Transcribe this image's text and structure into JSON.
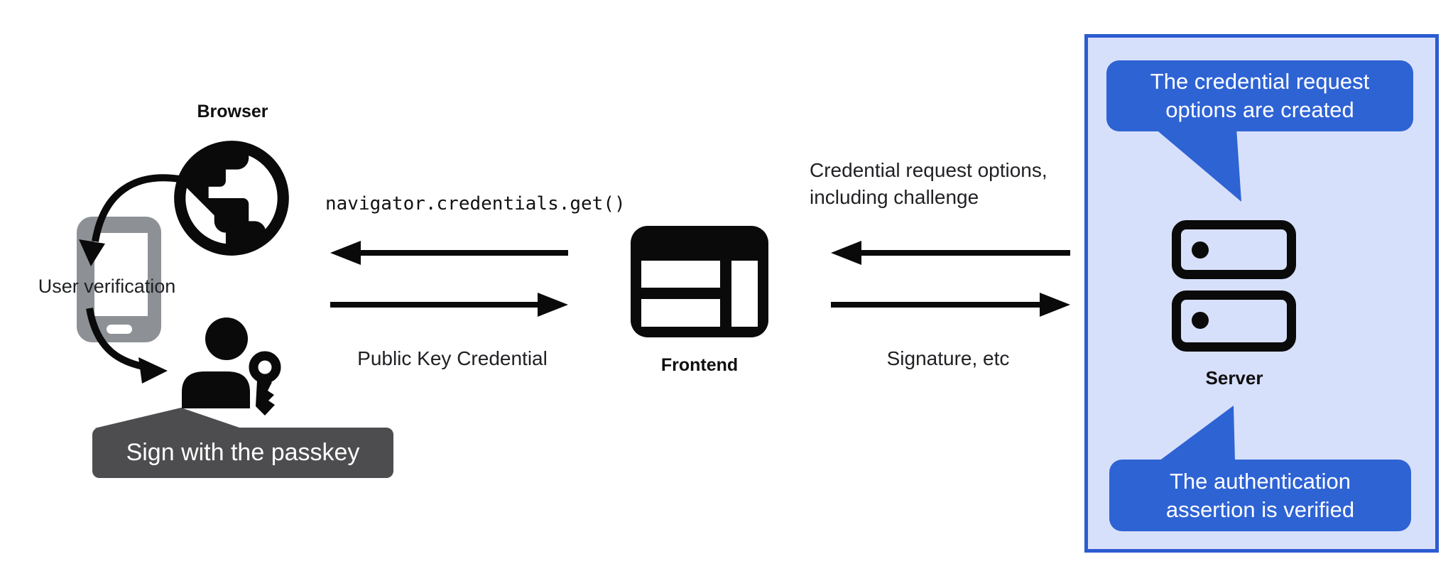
{
  "entities": {
    "browser": "Browser",
    "frontend": "Frontend",
    "server": "Server"
  },
  "left_flow": {
    "user_verification_label": "User verification",
    "sign_badge_label": "Sign with the passkey"
  },
  "frontend_exchange": {
    "request_code": "navigator.credentials.get()",
    "response_label": "Public Key Credential"
  },
  "server_exchange": {
    "request_line1": "Credential request options,",
    "request_line2": "including challenge",
    "response_label": "Signature, etc"
  },
  "server_callouts": {
    "top": {
      "line1": "The credential request",
      "line2": "options are created"
    },
    "bottom": {
      "line1": "The authentication",
      "line2": "assertion is verified"
    }
  },
  "colors": {
    "bubble_blue": "#2e63d4",
    "panel_bg": "#d7e0fb",
    "panel_border": "#2b5cd0",
    "badge_gray": "#4d4d4f",
    "phone_gray": "#8d9196",
    "arrow_black": "#0a0a0a",
    "text_dark": "#202124",
    "white": "#ffffff"
  }
}
